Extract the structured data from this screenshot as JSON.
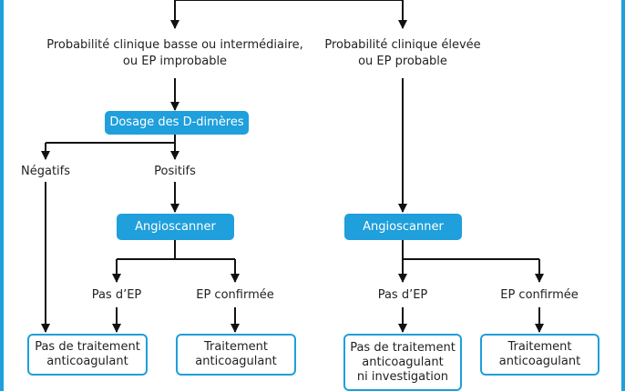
{
  "colors": {
    "accent": "#1f9fdb",
    "line": "#111111",
    "text": "#222222"
  },
  "branch_left": {
    "line1": "Probabilité clinique basse ou intermédiaire,",
    "line2": "ou EP improbable"
  },
  "branch_right": {
    "line1": "Probabilité clinique élevée",
    "line2": "ou EP probable"
  },
  "ddimer": "Dosage des D-dimères",
  "negatifs": "Négatifs",
  "positifs": "Positifs",
  "angioscanner_left": "Angioscanner",
  "angioscanner_right": "Angioscanner",
  "pas_ep_left": "Pas d’EP",
  "ep_confirmee_left": "EP confirmée",
  "pas_ep_right": "Pas d’EP",
  "ep_confirmee_right": "EP confirmée",
  "outcome_no_treatment_left": {
    "line1": "Pas de traitement",
    "line2": "anticoagulant"
  },
  "outcome_treatment_left": {
    "line1": "Traitement",
    "line2": "anticoagulant"
  },
  "outcome_no_treatment_right": {
    "line1": "Pas de traitement",
    "line2": "anticoagulant",
    "line3": "ni investigation"
  },
  "outcome_treatment_right": {
    "line1": "Traitement",
    "line2": "anticoagulant"
  }
}
